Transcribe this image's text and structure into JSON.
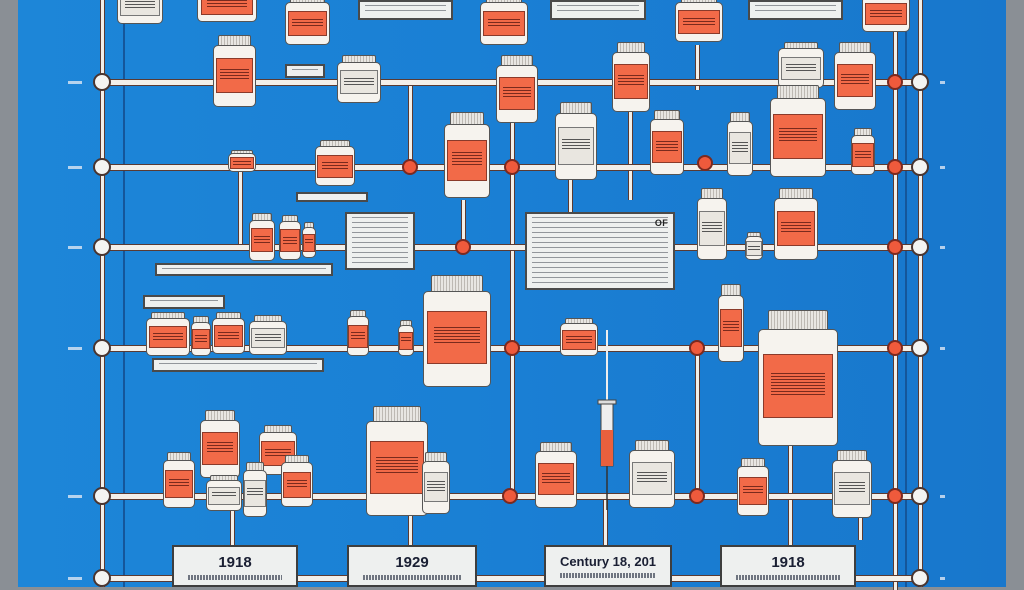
{
  "theme": {
    "background": "#1a7fd4",
    "rail": "#f3efe9",
    "label_orange": "#f26a48",
    "node_red": "#ef5a3c"
  },
  "timeline": {
    "date_boxes": [
      {
        "date": "1918"
      },
      {
        "date": "1929"
      },
      {
        "date": "Century 18, 201"
      },
      {
        "date": "1918"
      }
    ],
    "heading_fragment": "OF"
  }
}
